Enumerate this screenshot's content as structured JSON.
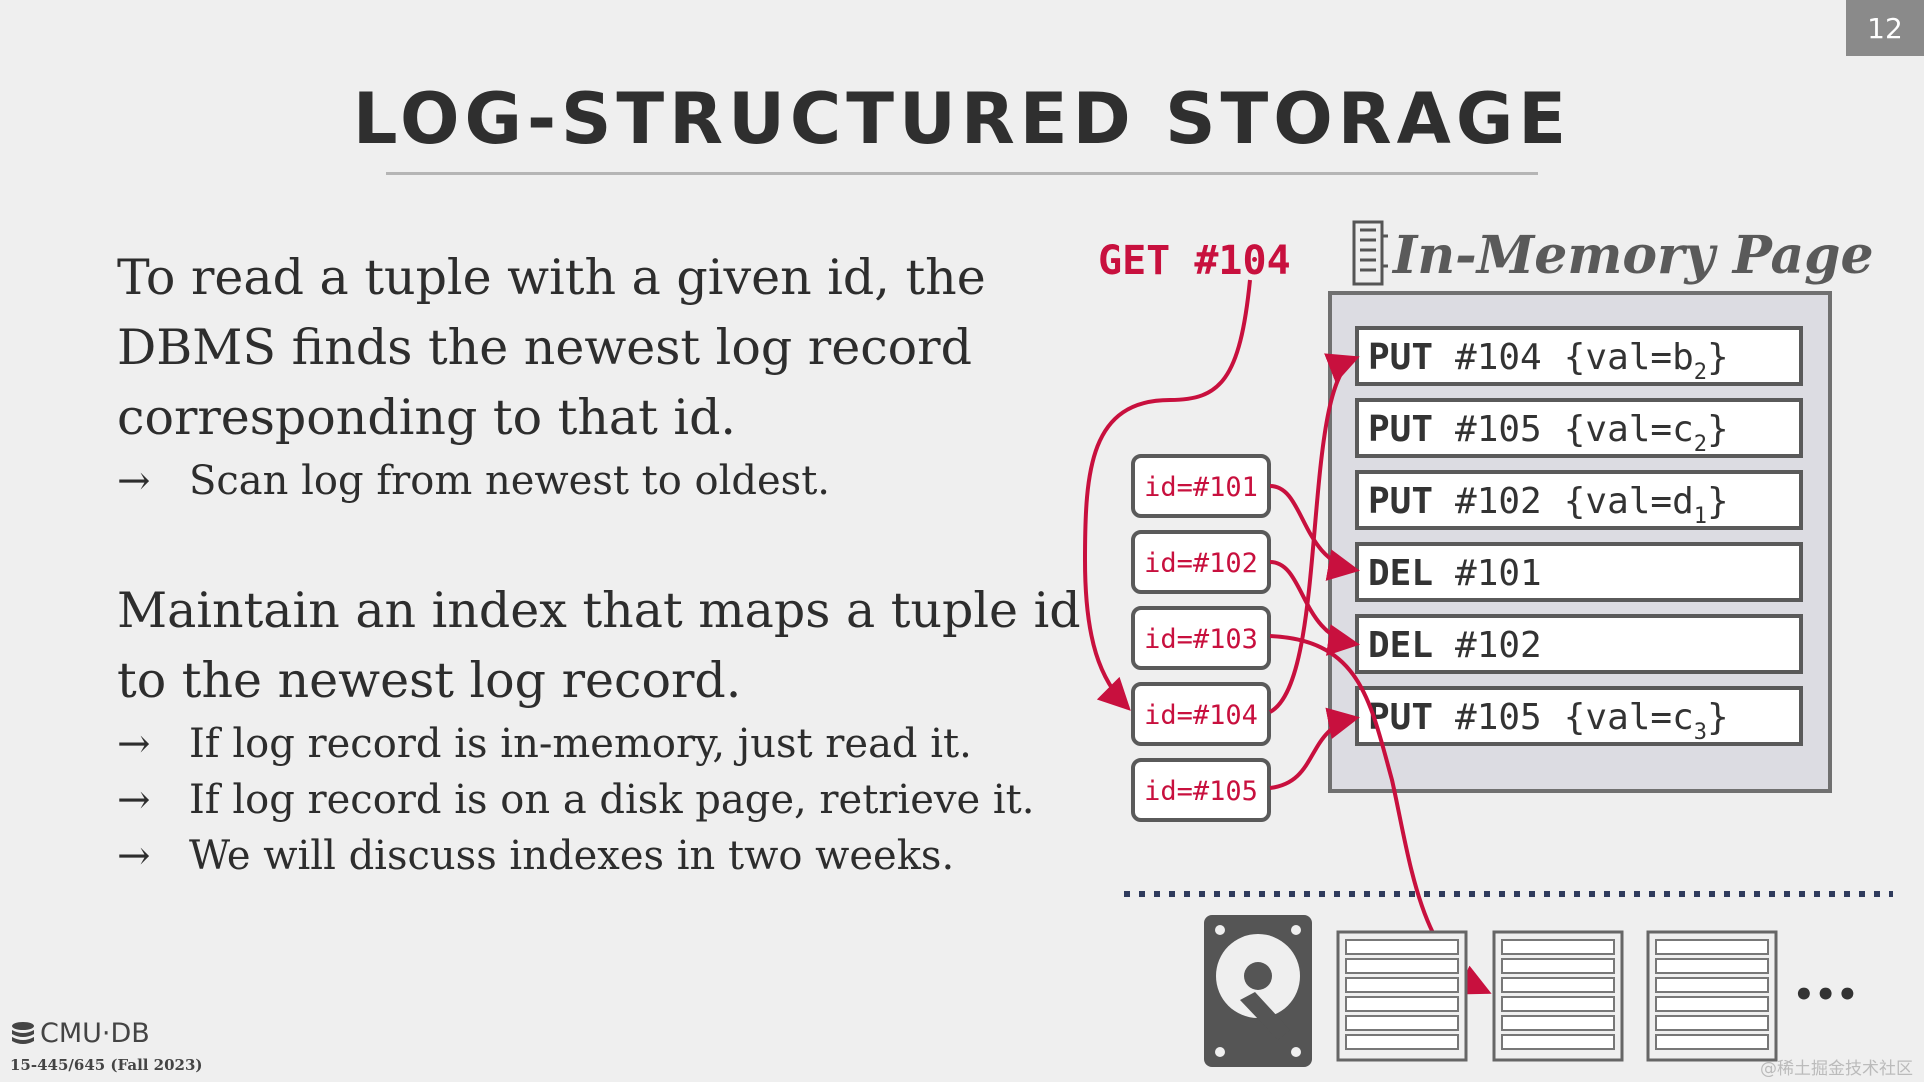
{
  "slide": {
    "page_number": "12",
    "title": "LOG-STRUCTURED STORAGE",
    "paragraph1_lines": [
      "To read a tuple with a given id, the",
      "DBMS finds the newest log record",
      "corresponding to that id."
    ],
    "paragraph1_bullet": "Scan log from newest to oldest.",
    "paragraph2_lines": [
      "Maintain an index that maps a tuple id",
      "to the newest log record."
    ],
    "paragraph2_bullets": [
      "If log record is in-memory, just read it.",
      "If log record is on a disk page, retrieve it.",
      "We will discuss indexes in two weeks."
    ],
    "bullet_arrow": "→",
    "footer_logo": "CMU·DB",
    "footer_course": "15-445/645 (Fall 2023)",
    "watermark": "@稀土掘金技术社区"
  },
  "diagram": {
    "get_label": "GET #104",
    "page_title": "In-Memory Page",
    "records": [
      {
        "op": "PUT",
        "id": "#104",
        "val": "{val=b",
        "sub": "2",
        "close": "}"
      },
      {
        "op": "PUT",
        "id": "#105",
        "val": "{val=c",
        "sub": "2",
        "close": "}"
      },
      {
        "op": "PUT",
        "id": "#102",
        "val": "{val=d",
        "sub": "1",
        "close": "}"
      },
      {
        "op": "DEL",
        "id": "#101",
        "val": "",
        "sub": "",
        "close": ""
      },
      {
        "op": "DEL",
        "id": "#102",
        "val": "",
        "sub": "",
        "close": ""
      },
      {
        "op": "PUT",
        "id": "#105",
        "val": "{val=c",
        "sub": "3",
        "close": "}"
      }
    ],
    "index_entries": [
      "id=#101",
      "id=#102",
      "id=#103",
      "id=#104",
      "id=#105"
    ],
    "ellipsis": "•••"
  },
  "colors": {
    "accent": "#c8103e",
    "text": "#2d2d2d",
    "background": "#efefef",
    "page_fill": "#dcdce2",
    "disk": "#555555"
  },
  "icons": [
    "database-icon",
    "memory-icon",
    "hard-disk-icon"
  ]
}
